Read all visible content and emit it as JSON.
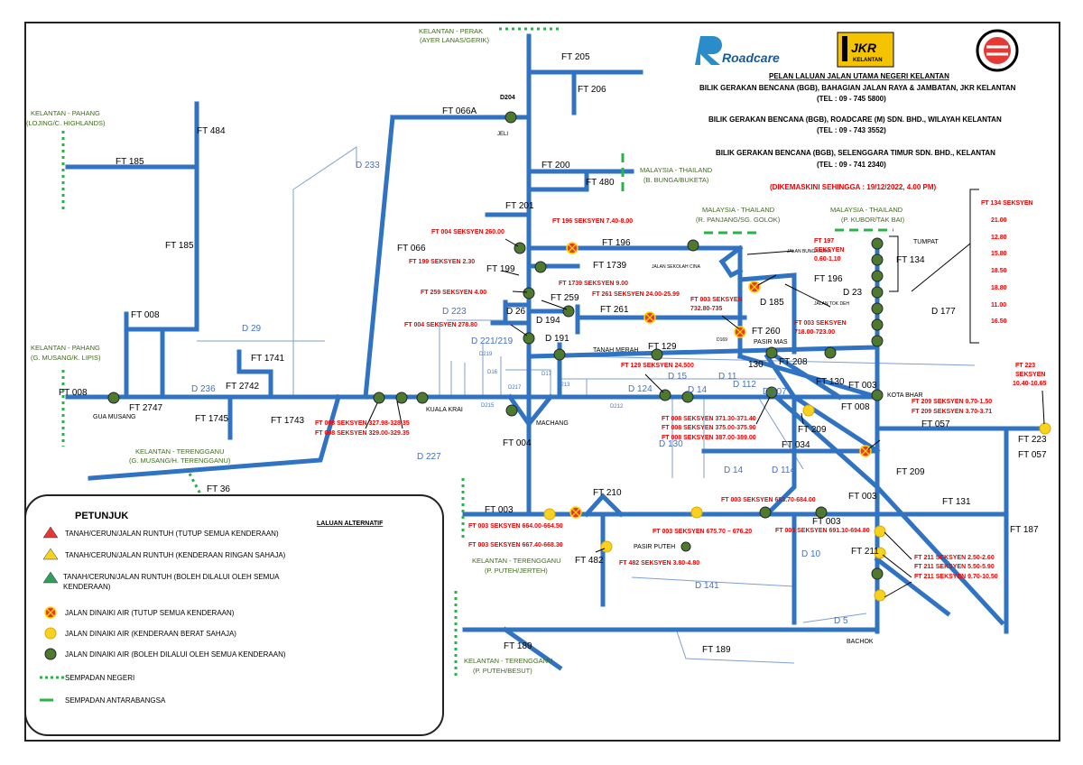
{
  "header": {
    "logo_roadcare": "Roadcare",
    "logo_jkr": "JKR",
    "logo_jkr_sub": "KELANTAN",
    "title": "PELAN LALUAN JALAN UTAMA NEGERI KELANTAN",
    "bgb1": "BILIK GERAKAN BENCANA (BGB), BAHAGIAN JALAN RAYA & JAMBATAN, JKR KELANTAN",
    "tel1": "(TEL : 09 - 745 5800)",
    "bgb2": "BILIK GERAKAN BENCANA (BGB), ROADCARE (M) SDN. BHD., WILAYAH KELANTAN",
    "tel2": "(TEL : 09 - 743 3552)",
    "bgb3": "BILIK GERAKAN BENCANA (BGB), SELENGGARA TIMUR SDN. BHD., KELANTAN",
    "tel3": "(TEL : 09 - 741 2340)",
    "updated": "(DIKEMASKINI SEHINGGA : 19/12/2022, 4.00 PM)"
  },
  "colors": {
    "road": "#2f73c2",
    "red": "#e53935",
    "yellow": "#f7d21e",
    "green": "#4e7a2e",
    "border": "#2ab24a"
  },
  "legend": {
    "title": "PETUNJUK",
    "alt_title": "LALUAN ALTERNATIF",
    "items": [
      "TANAH/CERUN/JALAN RUNTUH (TUTUP SEMUA KENDERAAN)",
      "TANAH/CERUN/JALAN RUNTUH (KENDERAAN RINGAN SAHAJA)",
      "TANAH/CERUN/JALAN RUNTUH (BOLEH DILALUI OLEH SEMUA KENDERAAN)",
      "JALAN DINAIKI AIR (TUTUP SEMUA KENDERAAN)",
      "JALAN DINAIKI AIR (KENDERAAN BERAT SAHAJA)",
      "JALAN DINAIKI AIR (BOLEH DILALUI OLEH SEMUA KENDERAAN)",
      "SEMPADAN NEGERI",
      "SEMPADAN ANTARABANGSA"
    ]
  },
  "borders": {
    "perak": "KELANTAN - PERAK",
    "perak_sub": "(AYER LANAS/GERIK)",
    "pahang1": "KELANTAN - PAHANG",
    "pahang1_sub": "(LOJING/C. HIGHLANDS)",
    "pahang2": "KELANTAN - PAHANG",
    "pahang2_sub": "(G. MUSANG/K. LIPIS)",
    "treng1": "KELANTAN - TERENGGANU",
    "treng1_sub": "(G. MUSANG/H. TERENGGANU)",
    "treng2": "KELANTAN - TERENGGANU",
    "treng2_sub": "(P. PUTEH/JERTEH)",
    "treng3": "KELANTAN - TERENGGANU",
    "treng3_sub": "(P. PUTEH/BESUT)",
    "thai1": "MALAYSIA - THAILAND",
    "thai1_sub": "(B. BUNGA/BUKETA)",
    "thai2": "MALAYSIA - THAILAND",
    "thai2_sub": "(R. PANJANG/SG. GOLOK)",
    "thai3": "MALAYSIA - THAILAND",
    "thai3_sub": "(P. KUBOR/TAK BAI)"
  },
  "roads": {
    "ft205": "FT 205",
    "ft206": "FT 206",
    "d204": "D204",
    "jeli": "JELI",
    "ft066a": "FT 066A",
    "ft484": "FT 484",
    "ft185a": "FT 185",
    "ft185b": "FT 185",
    "d233": "D 233",
    "ft200": "FT 200",
    "ft480": "FT 480",
    "ft201": "FT 201",
    "ft066": "FT 066",
    "ft199": "FT 199",
    "ft1739": "FT 1739",
    "ft196a": "FT 196",
    "ft196b": "FT 196",
    "ft259": "FT 259",
    "d26": "D 26",
    "d194": "D 194",
    "ft261": "FT 261",
    "d185": "D 185",
    "d23": "D 23",
    "ft134": "FT 134",
    "tumpat": "TUMPAT",
    "d177": "D 177",
    "ft008a": "FT 008",
    "ft008b": "FT 008",
    "ft008c": "FT 008",
    "d29": "D 29",
    "d223": "D 223",
    "d221": "D 221/219",
    "d191": "D 191",
    "tanahmerah": "TANAH MERAH",
    "ft129": "FT 129",
    "ft260": "FT 260",
    "pasirmas": "PASIR MAS",
    "d169": "D169",
    "ft208": "FT 208",
    "d130": "130",
    "ft1741": "FT 1741",
    "ft2742": "FT 2742",
    "d236": "D 236",
    "ft2747": "FT 2747",
    "gmusang": "GUA MUSANG",
    "ft1745": "FT 1745",
    "ft1743": "FT 1743",
    "kualakrai": "KUALA KRAI",
    "d219": "D219",
    "d16": "D16",
    "d17": "D17",
    "d217": "D217",
    "d213": "D213",
    "d215": "D215",
    "d212": "D212",
    "d15": "D 15",
    "d124": "D 124",
    "d14a": "D 14",
    "d11": "D 11",
    "d112": "D 112",
    "d107": "D 107",
    "ft130": "FT 130",
    "ft003a": "FT 003",
    "kotabhar": "KOTA BHAR",
    "machang": "MACHANG",
    "ft004": "FT 004",
    "ft209a": "FT 209",
    "ft034": "FT 034",
    "ft057a": "FT 057",
    "ft223": "FT 223",
    "ft057b": "FT 057",
    "d227": "D 227",
    "d130b": "D 130",
    "d14b": "D 14",
    "d114": "D 114",
    "ft209b": "FT 209",
    "ft36": "FT 36",
    "ft003b": "FT 003",
    "ft210": "FT 210",
    "ft003c": "FT 003",
    "ft003d": "FT 003",
    "ft131": "FT 131",
    "ft187": "FT 187",
    "pasirputeh": "PASIR PUTEH",
    "ft482": "FT 482",
    "d10": "D 10",
    "ft211": "FT 211",
    "d141": "D 141",
    "d5": "D 5",
    "bachok": "BACHOK",
    "ft189a": "FT 189",
    "ft189b": "FT 189",
    "jbungaraya": "JALAN BUNGA RAYA",
    "jsekolah": "JALAN SEKOLAH CINA",
    "jtokdeh": "JALAN TOK DEH"
  },
  "incidents": {
    "ft004_260": "FT 004 SEKSYEN 260.00",
    "ft199_230": "FT 199 SEKSYEN 2.30",
    "ft259_400": "FT 259 SEKSYEN 4.00",
    "ft004_278": "FT 004 SEKSYEN 278.80",
    "ft196": "FT 196 SEKSYEN 7.40-8.00",
    "ft1739": "FT 1739 SEKSYEN 9.00",
    "ft261": "FT 261 SEKSYEN 24.00-25.99",
    "ft003_732a": "FT 003 SEKSYEN",
    "ft003_732b": "732.80-735",
    "ft197a": "FT 197",
    "ft197b": "SEKSYEN",
    "ft197c": "0.60-1.10",
    "ft003_718a": "FT 003 SEKSYEN",
    "ft003_718b": "718.00-723.00",
    "ft129": "FT 129 SEKSYEN 24.500",
    "ft008_327": "FT 008 SEKSYEN 327.98-328.35",
    "ft008_329": "FT 008 SEKSYEN 329.00-329.35",
    "ft008_371": "FT 008 SEKSYEN 371.30-371.40",
    "ft008_375": "FT 008 SEKSYEN 375.00-375.90",
    "ft008_387": "FT 008 SEKSYEN 387.00-389.00",
    "ft209_070": "FT 209 SEKSYEN 0.70-1.50",
    "ft209_370": "FT 209 SEKSYEN 3.70-3.71",
    "ft223a": "FT 223",
    "ft223b": "SEKSYEN",
    "ft223c": "10.40-10.65",
    "ft003_683": "FT 003 SEKSYEN 683.70-684.00",
    "ft003_664": "FT 003 SEKSYEN 664.00-664.50",
    "ft003_667": "FT 003 SEKSYEN 667.40-668.30",
    "ft003_675": "FT 003 SEKSYEN 675.70 – 676.20",
    "ft003_691": "FT 003 SEKSYEN 691.10-694.80",
    "ft482": "FT 482 SEKSYEN 3.80-4.80",
    "ft211_250": "FT 211 SEKSYEN 2.50-2.60",
    "ft211_550": "FT 211 SEKSYEN 5.50-5.90",
    "ft211_970": "FT 211 SEKSYEN 9.70-10.50"
  },
  "ft134_list": {
    "title": "FT 134 SEKSYEN",
    "values": [
      "21.00",
      "12.80",
      "15.80",
      "18.50",
      "18.80",
      "11.00",
      "16.50"
    ]
  }
}
